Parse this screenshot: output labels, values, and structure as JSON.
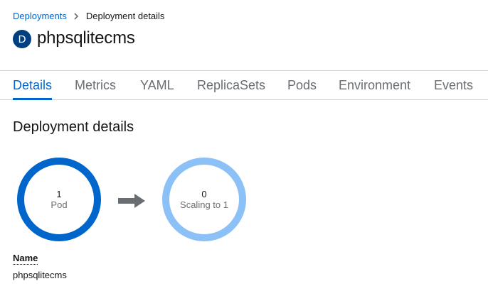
{
  "breadcrumb": {
    "parent": "Deployments",
    "current": "Deployment details"
  },
  "header": {
    "badge_letter": "D",
    "badge_color": "#004080",
    "title": "phpsqlitecms"
  },
  "tabs": [
    {
      "label": "Details",
      "active": true
    },
    {
      "label": "Metrics",
      "active": false
    },
    {
      "label": "YAML",
      "active": false
    },
    {
      "label": "ReplicaSets",
      "active": false
    },
    {
      "label": "Pods",
      "active": false
    },
    {
      "label": "Environment",
      "active": false
    },
    {
      "label": "Events",
      "active": false
    }
  ],
  "section": {
    "title": "Deployment details"
  },
  "pod_status": {
    "current": {
      "count": "1",
      "label": "Pod",
      "color": "#0066cc"
    },
    "arrow_icon": "right-arrow-icon",
    "target": {
      "count": "0",
      "label": "Scaling to 1",
      "color": "#8bc1f7"
    }
  },
  "fields": {
    "name_label": "Name",
    "name_value": "phpsqlitecms"
  },
  "colors": {
    "accent": "#0066cc",
    "text": "#151515",
    "muted": "#6a6e73",
    "border": "#d2d2d2"
  }
}
